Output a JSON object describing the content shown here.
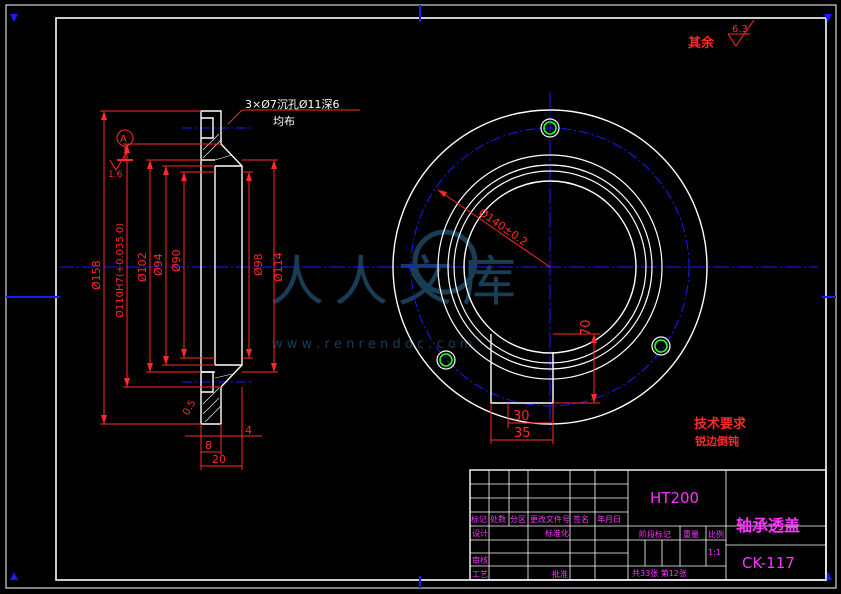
{
  "roughness_note": {
    "label": "其余",
    "value": "6.3"
  },
  "side_view": {
    "hole_note_line1": "3×Ø7沉孔Ø11深6",
    "hole_note_line2": "均布",
    "datum": "A",
    "datum_value": "1.6",
    "dims_vertical": [
      "Ø158",
      "Ø110H7(+0.035 0)",
      "Ø102",
      "Ø94",
      "Ø90",
      "Ø98",
      "Ø114"
    ],
    "dims_horizontal": [
      "4",
      "8",
      "20"
    ],
    "chamfer": "0.5"
  },
  "front_view": {
    "bolt_circle": "Ø140±0.2",
    "slot_height": "70",
    "slot_width_inner": "30",
    "slot_width_outer": "35"
  },
  "tech_requirements": {
    "title": "技术要求",
    "item": "锐边倒钝"
  },
  "watermark": {
    "cn": "人人文库",
    "url": "w w w . r e n r e n d o c . c o m"
  },
  "title_block": {
    "material": "HT200",
    "part_name": "轴承透盖",
    "drawing_no": "CK-117",
    "scale": "1:1",
    "sheet_info": "共33张 第12张",
    "headers_row": [
      "标记",
      "处数",
      "分区",
      "更改文件号",
      "签名",
      "年月日"
    ],
    "labels": {
      "design": "设计",
      "standard": "标准化",
      "stage_mark": "阶段标记",
      "weight": "重量",
      "scale_label": "比例",
      "review": "审核",
      "process": "工艺",
      "approve": "批准"
    }
  },
  "colors": {
    "background": "#000000",
    "frame": "#ffffff",
    "centerline": "#1a1aff",
    "dimension": "#ff2a2a",
    "part_outline": "#ffffff",
    "hole_circle": "#22ff22",
    "text_magenta": "#ff33ff",
    "watermark": "#2f6f9a"
  }
}
